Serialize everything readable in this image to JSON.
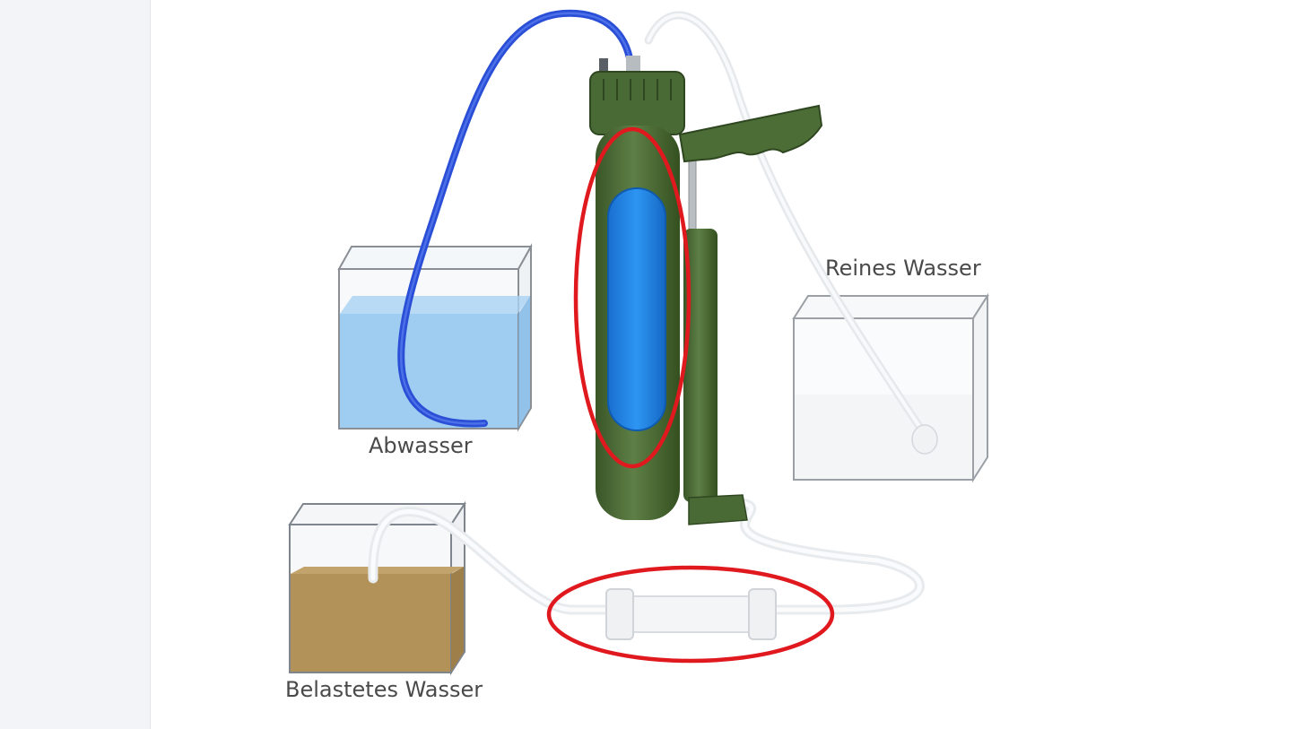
{
  "labels": {
    "waste_water": "Abwasser",
    "clean_water": "Reines Wasser",
    "contaminated_water": "Belastetes Wasser"
  },
  "colors": {
    "sidebar_bg": "#f3f4f7",
    "filter_body": "#4a6a35",
    "filter_cartridge": "#1e86e8",
    "blue_hose": "#2a4fd6",
    "clear_hose": "#eef0f2",
    "waste_water": "#8fc4ef",
    "contaminated_water": "#b3925a",
    "highlight": "#e0191f"
  },
  "icons": {
    "filter": "water-filter-pump-icon",
    "container": "glass-container-icon"
  }
}
